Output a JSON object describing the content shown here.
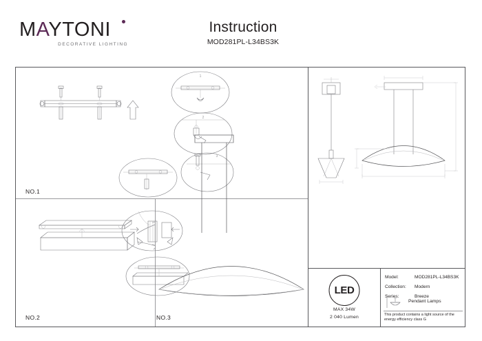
{
  "header": {
    "brand_name": "MAYTONI",
    "brand_tagline": "DECORATIVE LIGHTING",
    "title": "Instruction",
    "model_code": "MOD281PL-L34BS3K",
    "accent_color": "#5c2a56"
  },
  "steps": {
    "step1_label": "NO.1",
    "step2_label": "NO.2",
    "step3_label": "NO.3"
  },
  "info": {
    "led_badge_text": "LED",
    "max_power": "MAX 34W",
    "luminous_flux": "2 040 Lumen",
    "spec_rows": [
      {
        "key": "Model:",
        "value": "MOD281PL-L34BS3K"
      },
      {
        "key": "Collection:",
        "value": "Modern"
      },
      {
        "key": "Series:",
        "value": "Breeze"
      }
    ],
    "category": "Pendant Lamps",
    "efficiency_note": "This product contains a light source of the energy efficiency class G"
  }
}
